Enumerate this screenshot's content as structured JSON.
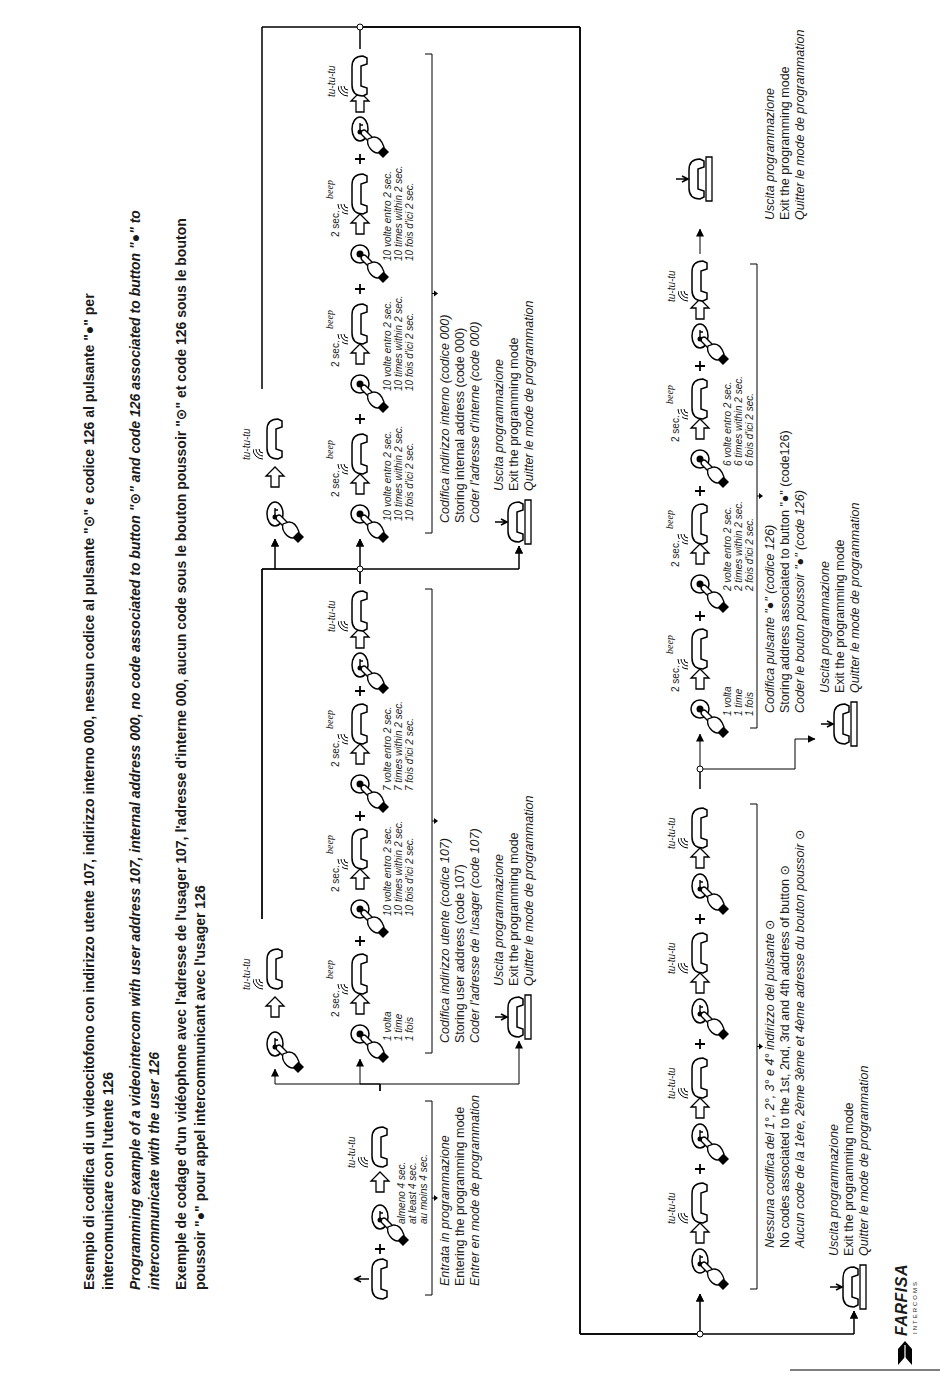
{
  "diagram": {
    "title": "Esempio di codifica di un videocitofono con indirizzo utente 107, indirizzo interno 000, nessun codice al pulsante \"⊙\" e codice 126 al pulsante \"●\" per intercomunicare con l'utente 126",
    "nodes": [
      {
        "text": [
          "almeno 4 sec.",
          "at least 4 sec.",
          "au moins 4 sec.",
          "tu-tu-tu",
          "Entrata in programmazione",
          "Entering the programming mode",
          "Entrer en mode de programmation"
        ]
      },
      {
        "text": [
          "Uscita programmazione",
          "Exit the programming mode",
          "Quitter le mode de programmation"
        ]
      },
      {
        "text": [
          "tu-tu-tu"
        ]
      },
      {
        "text": [
          "1 volta",
          "1 time",
          "1 fois",
          "2 sec.",
          "beep",
          "10 volte entro 2 sec.",
          "10 times within 2 sec.",
          "10 fois d'ici 2 sec.",
          "2 sec.",
          "beep",
          "7 volte entro 2 sec.",
          "7 times within 2 sec.",
          "7 fois d'ici 2 sec.",
          "2 sec.",
          "beep",
          "tu-tu-tu",
          "Codifica indirizzo utente (codice 107)",
          "Storing user address (code 107)",
          "Coder l'adresse de l'usager (code 107)"
        ]
      },
      {
        "text": [
          "Uscita programmazione",
          "Exit the programming mode",
          "Quitter le mode de programmation"
        ]
      },
      {
        "text": [
          "tu-tu-tu"
        ]
      },
      {
        "text": [
          "10 volte entro 2 sec.",
          "10 times within 2 sec.",
          "10 fois d'ici 2 sec.",
          "2 sec.",
          "beep",
          "10 volte entro 2 sec.",
          "10 times within 2 sec.",
          "10 fois d'ici 2 sec.",
          "2 sec.",
          "beep",
          "10 volte entro 2 sec.",
          "10 times within 2 sec.",
          "10 fois d'ici 2 sec.",
          "2 sec.",
          "beep",
          "tu-tu-tu",
          "Codifica indirizzo interno (codice 000)",
          "Storing internal address (code 000)",
          "Coder l'adresse d'interne (code 000)"
        ]
      },
      {
        "text": [
          "Uscita programmazione",
          "Exit the programming mode",
          "Quitter le mode de programmation"
        ]
      },
      {
        "text": [
          "tu-tu-tu",
          "tu-tu-tu",
          "tu-tu-tu",
          "tu-tu-tu",
          "Nessuna codifica del 1°, 2°, 3° e 4° indirizzo del pulsante ⊙",
          "No codes associated to the 1st, 2nd, 3rd and 4th address of button ⊙",
          "Aucun code de la 1ère, 2ème 3ème et 4ème adresse du bouton poussoir ⊙"
        ]
      },
      {
        "text": [
          "Uscita programmazione",
          "Exit the programming mode",
          "Quitter le mode de programmation"
        ]
      },
      {
        "text": [
          "1 volta",
          "1 time",
          "1 fois",
          "2 sec.",
          "beep",
          "2 volte entro 2 sec.",
          "2 times within 2 sec.",
          "2 fois d'ici 2 sec.",
          "2 sec.",
          "beep",
          "6 volte entro 2 sec.",
          "6 times within 2 sec.",
          "6 fois d'ici 2 sec.",
          "2 sec.",
          "beep",
          "tu-tu-tu",
          "Codifica pulsante \"●\" (codice 126)",
          "Storing address associated to button \"●\" (code126)",
          "Coder le bouton poussoir \"●\" (code 126)"
        ]
      },
      {
        "text": [
          "Uscita programmazione",
          "Exit the programming mode",
          "Quitter le mode de programmation"
        ]
      }
    ],
    "edges": [
      {
        "from": 0,
        "to": 2,
        "arrow": "to"
      },
      {
        "from": 0,
        "to": 3,
        "arrow": "to"
      },
      {
        "from": 0,
        "to": 1,
        "arrow": "to"
      },
      {
        "from": 2,
        "to": 5,
        "arrow": "to"
      },
      {
        "from": 2,
        "to": 6,
        "arrow": "to"
      },
      {
        "from": 2,
        "to": 4,
        "arrow": "to"
      },
      {
        "from": 3,
        "to": 5,
        "arrow": "to"
      },
      {
        "from": 3,
        "to": 6,
        "arrow": "to"
      },
      {
        "from": 3,
        "to": 4,
        "arrow": "to"
      },
      {
        "from": 5,
        "to": 8,
        "arrow": "to"
      },
      {
        "from": 5,
        "to": 7,
        "arrow": "to"
      },
      {
        "from": 6,
        "to": 8,
        "arrow": "to"
      },
      {
        "from": 6,
        "to": 7,
        "arrow": "to"
      },
      {
        "from": 8,
        "to": 10,
        "arrow": "to"
      },
      {
        "from": 8,
        "to": 9,
        "arrow": "to"
      },
      {
        "from": 10,
        "to": 11,
        "arrow": "to"
      }
    ],
    "labels": [
      "Programming example of a videointercom with user address 107, internal address 000, no code associated to button \"⊙\" and code 126 associated to button \"●\" to intercommunicate with the user 126",
      "Exemple de codage d'un vidéophone avec l'adresse de l'usager 107, l'adresse d'interne 000, aucun code sous le bouton poussoir \"⊙\" et code 126 sous le bouton poussoir \"●\" pour appel intercommunicant avec l'usager 126",
      "FARFISA",
      "INTERCOMS"
    ]
  }
}
